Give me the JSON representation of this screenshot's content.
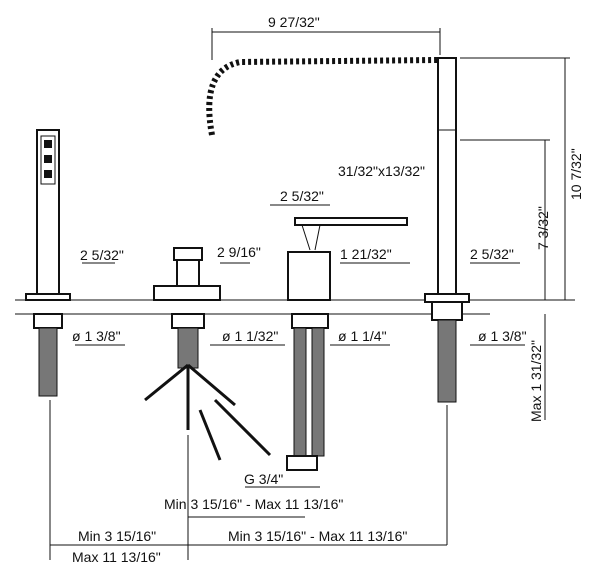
{
  "title": "Deck-mount tub filler dimension drawing",
  "dimensions": {
    "spout_reach": "9 27/32\"",
    "spout_section": "31/32\"x13/32\"",
    "overall_height": "10 7/32\"",
    "column_height": "7 3/32\"",
    "max_deck_thickness": "Max 1 31/32\"",
    "handshower_base": "2 5/32\"",
    "diverter_base": "2 9/16\"",
    "mixer_handle": "2 5/32\"",
    "mixer_body": "1 21/32\"",
    "spout_base": "2 5/32\"",
    "hole_handshower": "ø 1 3/8\"",
    "hole_diverter": "ø 1 1/32\"",
    "hole_mixer": "ø 1 1/4\"",
    "hole_spout": "ø 1 3/8\"",
    "inlet_thread": "G 3/4\"",
    "spacing_diverter_mixer": "Min 3 15/16\" - Max 11 13/16\"",
    "spacing_diverter_spout": "Min 3 15/16\" - Max 11 13/16\"",
    "spacing_handshower_min": "Min 3 15/16\"",
    "spacing_handshower_max": "Max 11 13/16\""
  }
}
